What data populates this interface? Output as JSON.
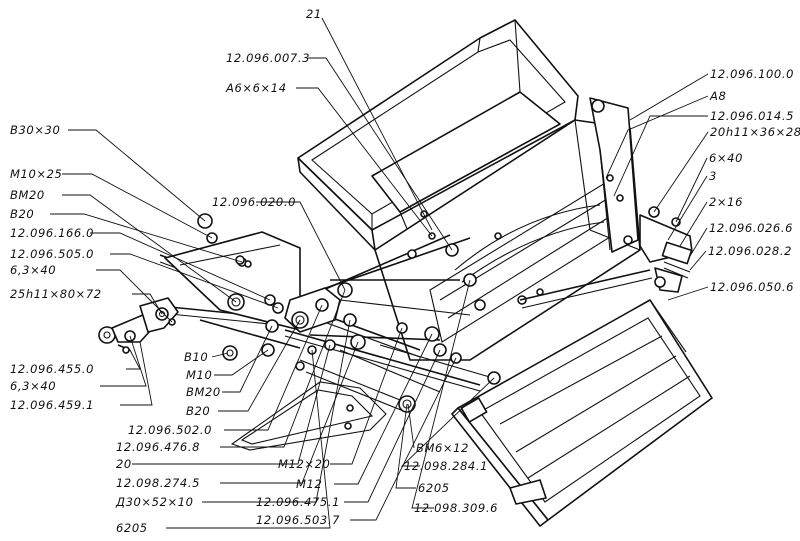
{
  "labels": [
    "21",
    "12.096.007.3",
    "A6×6×14",
    "B30×30",
    "M10×25",
    "BM20",
    "B20",
    "12.096.166.0",
    "12.096.505.0",
    "6,3×40",
    "25h11×80×72",
    "12.096.020.0",
    "12.096.100.0",
    "A8",
    "12.096.014.5",
    "20h11×36×28",
    "6×40",
    "3",
    "2×16",
    "12.096.026.6",
    "12.096.028.2",
    "12.096.050.6",
    "12.096.455.0",
    "6,3×40",
    "12.096.459.1",
    "B10",
    "M10",
    "BM20",
    "B20",
    "12.096.502.0",
    "12.096.476.8",
    "20",
    "12.098.274.5",
    "Д30×52×10",
    "6205",
    "M12×20",
    "M12",
    "12.096.475.1",
    "12.096.503.7",
    "BM6×12",
    "12.098.284.1",
    "6205",
    "12.098.309.6"
  ]
}
